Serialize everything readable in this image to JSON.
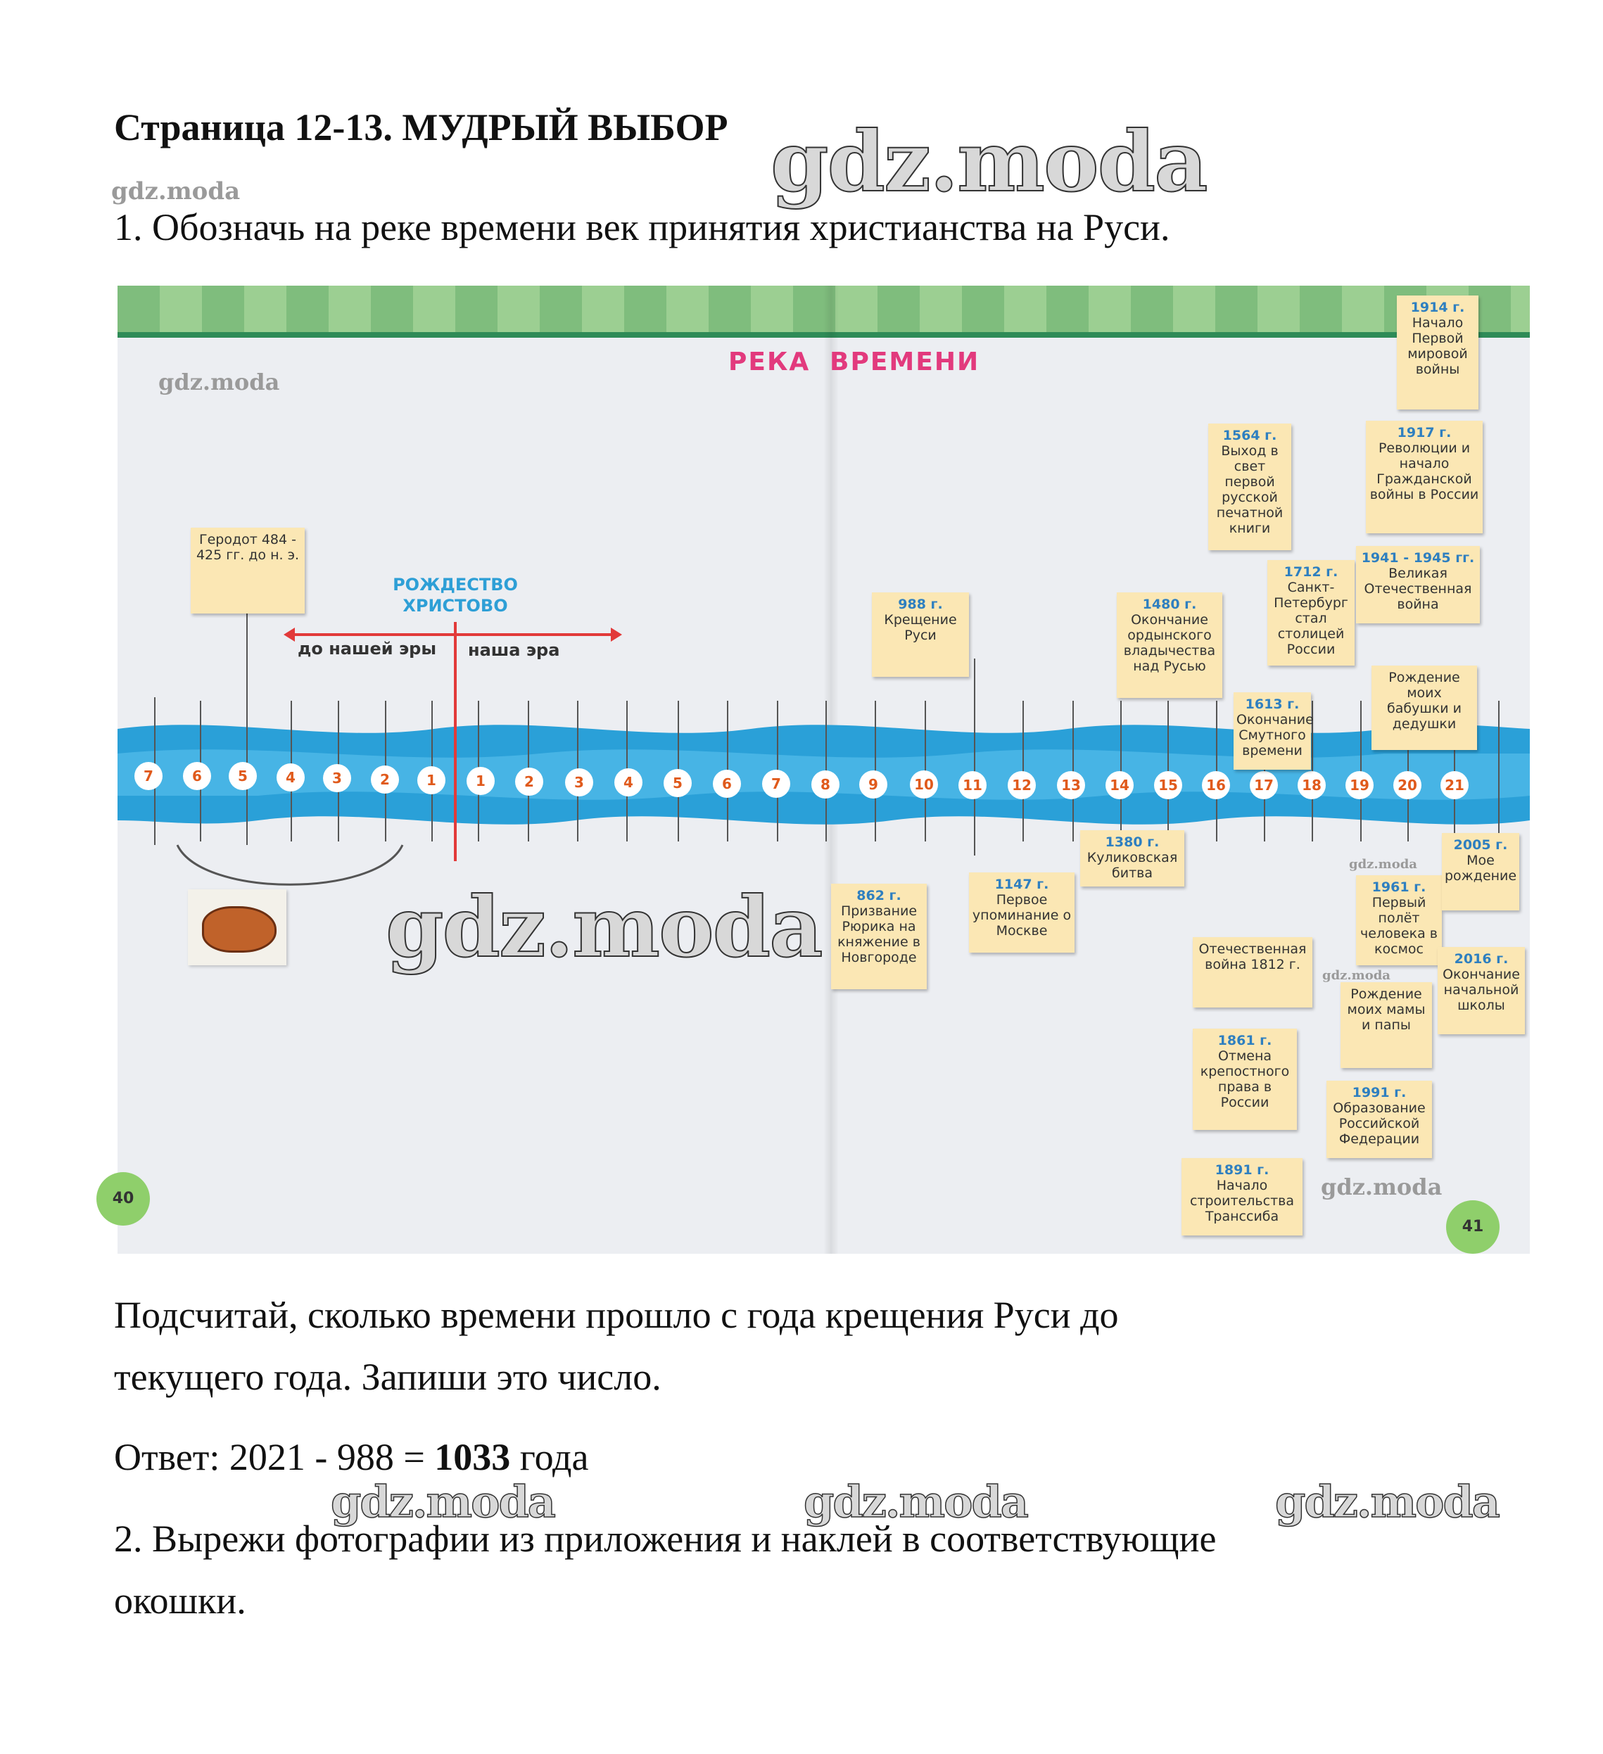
{
  "header": {
    "title": "Страница 12-13. МУДРЫЙ ВЫБОР"
  },
  "watermark": "gdz.moda",
  "task1": {
    "question": "1. Обозначь на реке времени век принятия христианства на Руси."
  },
  "figure": {
    "heading_left": "РЕКА",
    "heading_right": "ВРЕМЕНИ",
    "christmas_label": "РОЖДЕСТВО ХРИСТОВО",
    "bc_label": "до нашей эры",
    "ad_label": "наша эра",
    "bc_centuries": [
      "7",
      "6",
      "5",
      "4",
      "3",
      "2",
      "1"
    ],
    "ad_centuries": [
      "1",
      "2",
      "3",
      "4",
      "5",
      "6",
      "7",
      "8",
      "9",
      "10",
      "11",
      "12",
      "13",
      "14",
      "15",
      "16",
      "17",
      "18",
      "19",
      "20",
      "21"
    ],
    "page_left": "40",
    "page_right": "41",
    "cards": [
      {
        "year": "",
        "text": "Геродот 484 - 425 гг. до н. э."
      },
      {
        "year": "988 г.",
        "text": "Крещение Руси"
      },
      {
        "year": "862 г.",
        "text": "Призвание Рюрика на княжение в Новгороде"
      },
      {
        "year": "1147 г.",
        "text": "Первое упоминание о Москве"
      },
      {
        "year": "1380 г.",
        "text": "Куликовская битва"
      },
      {
        "year": "1480 г.",
        "text": "Окончание ордынского владычества над Русью"
      },
      {
        "year": "1564 г.",
        "text": "Выход в свет первой русской печатной книги"
      },
      {
        "year": "1613 г.",
        "text": "Окончание Смутного времени"
      },
      {
        "year": "1712 г.",
        "text": "Санкт-Петербург стал столицей России"
      },
      {
        "year": "1914 г.",
        "text": "Начало Первой мировой войны"
      },
      {
        "year": "1917 г.",
        "text": "Революции и начало Гражданской войны в России"
      },
      {
        "year": "1941 - 1945 гг.",
        "text": "Великая Отечественная война"
      },
      {
        "year": "",
        "text": "Рождение моих бабушки и дедушки"
      },
      {
        "year": "",
        "text": "Отечественная война 1812 г."
      },
      {
        "year": "1861 г.",
        "text": "Отмена крепостного права в России"
      },
      {
        "year": "1891 г.",
        "text": "Начало строительства Транссиба"
      },
      {
        "year": "1961 г.",
        "text": "Первый полёт человека в космос"
      },
      {
        "year": "",
        "text": "Рождение моих мамы и папы"
      },
      {
        "year": "1991 г.",
        "text": "Образование Российской Федерации"
      },
      {
        "year": "2005 г.",
        "text": "Мое рождение"
      },
      {
        "year": "2016 г.",
        "text": "Окончание начальной школы"
      }
    ]
  },
  "task1b": {
    "line1": "Подсчитай, сколько времени прошло с года крещения Руси до",
    "line2": "текущего года. Запиши это число."
  },
  "answer": {
    "prefix": "Ответ: 2021 - 988 = ",
    "value": "1033",
    "suffix": " года"
  },
  "task2": {
    "line1": "2. Вырежи фотографии из приложения и наклей в соответствующие",
    "line2": "окошки."
  }
}
